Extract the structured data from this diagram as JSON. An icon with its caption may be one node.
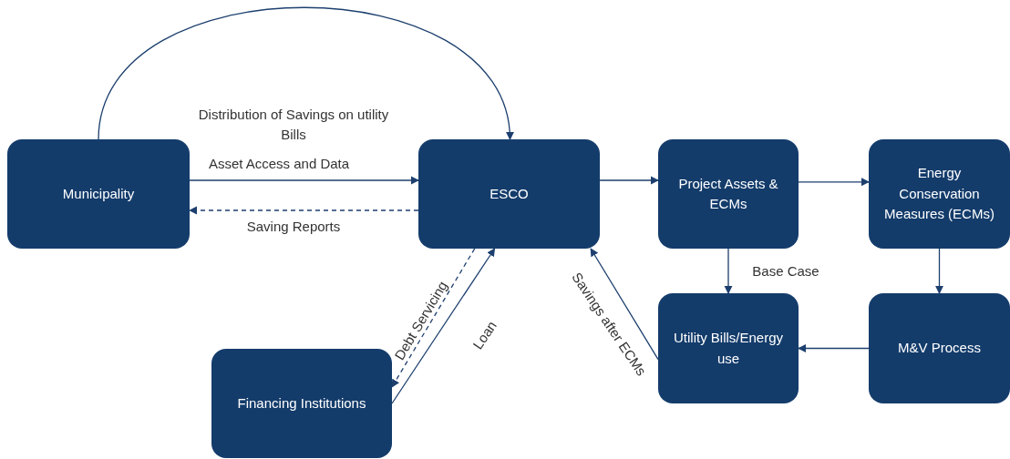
{
  "diagram": {
    "nodes": [
      {
        "text": [
          "Municipality"
        ]
      },
      {
        "text": [
          "ESCO"
        ]
      },
      {
        "text": [
          "Project Assets & ECMs"
        ]
      },
      {
        "text": [
          "Energy Conservation Measures (ECMs)"
        ]
      },
      {
        "text": [
          "Financing Institutions"
        ]
      },
      {
        "text": [
          "Utility Bills/Energy use"
        ]
      },
      {
        "text": [
          "M&V Process"
        ]
      }
    ],
    "edges": [
      {
        "from": 0,
        "to": 1,
        "arrow": "to"
      },
      {
        "from": 0,
        "to": 1,
        "arrow": "to",
        "label": "Asset Access and Data"
      },
      {
        "from": 1,
        "to": 0,
        "arrow": "to",
        "label": "Saving Reports",
        "style": "dashed"
      },
      {
        "from": 1,
        "to": 4,
        "arrow": "to",
        "label": "Debt Servicing",
        "style": "dashed"
      },
      {
        "from": 4,
        "to": 1,
        "arrow": "to",
        "label": "Loan"
      },
      {
        "from": 5,
        "to": 1,
        "arrow": "to",
        "label": "Savings after ECMs"
      },
      {
        "from": 1,
        "to": 2,
        "arrow": "to"
      },
      {
        "from": 2,
        "to": 3,
        "arrow": "to"
      },
      {
        "from": 2,
        "to": 5,
        "arrow": "to",
        "label": "Base Case"
      },
      {
        "from": 3,
        "to": 6,
        "arrow": "to"
      },
      {
        "from": 6,
        "to": 5,
        "arrow": "to"
      }
    ],
    "labels": [
      "Distribution of Savings on utility Bills"
    ]
  }
}
